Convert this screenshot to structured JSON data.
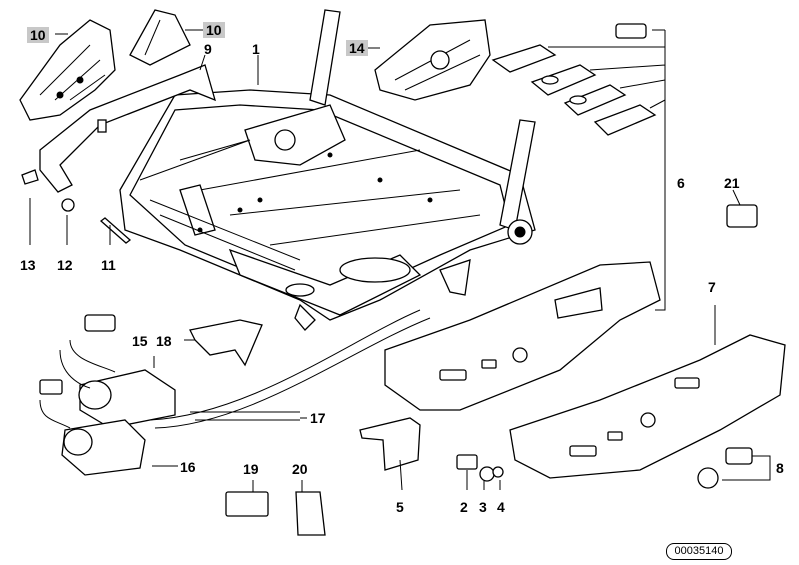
{
  "labels": {
    "p1": "1",
    "p2": "2",
    "p3": "3",
    "p4": "4",
    "p5": "5",
    "p6": "6",
    "p7": "7",
    "p8": "8",
    "p9": "9",
    "p10a": "10",
    "p10b": "10",
    "p11": "11",
    "p12": "12",
    "p13": "13",
    "p14": "14",
    "p15": "15",
    "p16": "16",
    "p17": "17",
    "p18": "18",
    "p19": "19",
    "p20": "20",
    "p21": "21"
  },
  "reference_number": "00035140"
}
